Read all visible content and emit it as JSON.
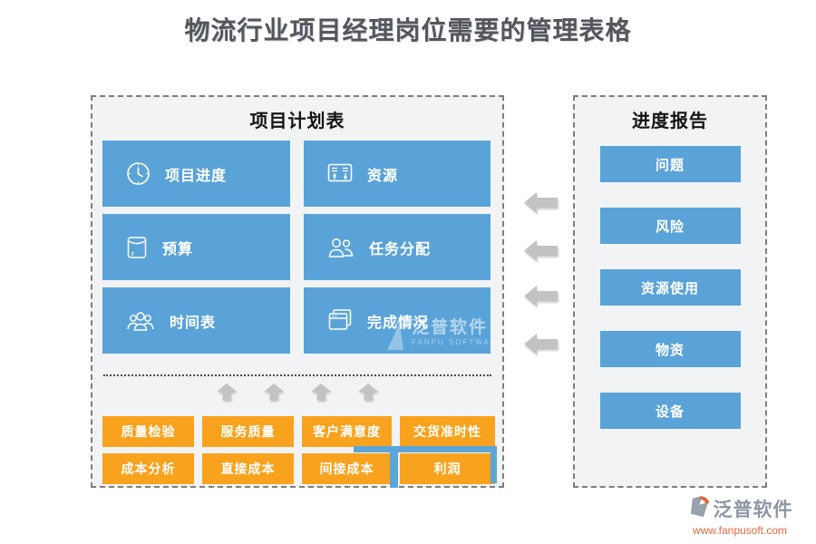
{
  "title": "物流行业项目经理岗位需要的管理表格",
  "left_panel": {
    "title": "项目计划表",
    "cards": [
      {
        "label": "项目进度",
        "icon": "clock-icon"
      },
      {
        "label": "资源",
        "icon": "resource-panel-icon"
      },
      {
        "label": "预算",
        "icon": "budget-envelope-icon"
      },
      {
        "label": "任务分配",
        "icon": "two-users-icon"
      },
      {
        "label": "时间表",
        "icon": "user-group-icon"
      },
      {
        "label": "完成情况",
        "icon": "stacked-windows-icon"
      }
    ],
    "metric_rows": [
      [
        "质量检验",
        "服务质量",
        "客户满意度",
        "交货准时性"
      ],
      [
        "成本分析",
        "直接成本",
        "间接成本",
        "利润"
      ]
    ],
    "highlighted_metric": "利润"
  },
  "right_panel": {
    "title": "进度报告",
    "items": [
      "问题",
      "风险",
      "资源使用",
      "物资",
      "设备"
    ]
  },
  "watermark": {
    "name": "泛普软件",
    "caption": "FANPU SOFTWARE"
  },
  "brand": {
    "name": "泛普软件",
    "website": "www.fanpusoft.com"
  },
  "colors": {
    "card_blue": "#5aa3d8",
    "metric_orange": "#f9a21d",
    "highlight_blue": "#5ba6d9",
    "panel_bg": "#f2f3f4",
    "arrow_gray": "#c3c3c3",
    "title_gray": "#54565b",
    "brand_gray": "#8e96a3",
    "brand_orange": "#e2673f"
  }
}
